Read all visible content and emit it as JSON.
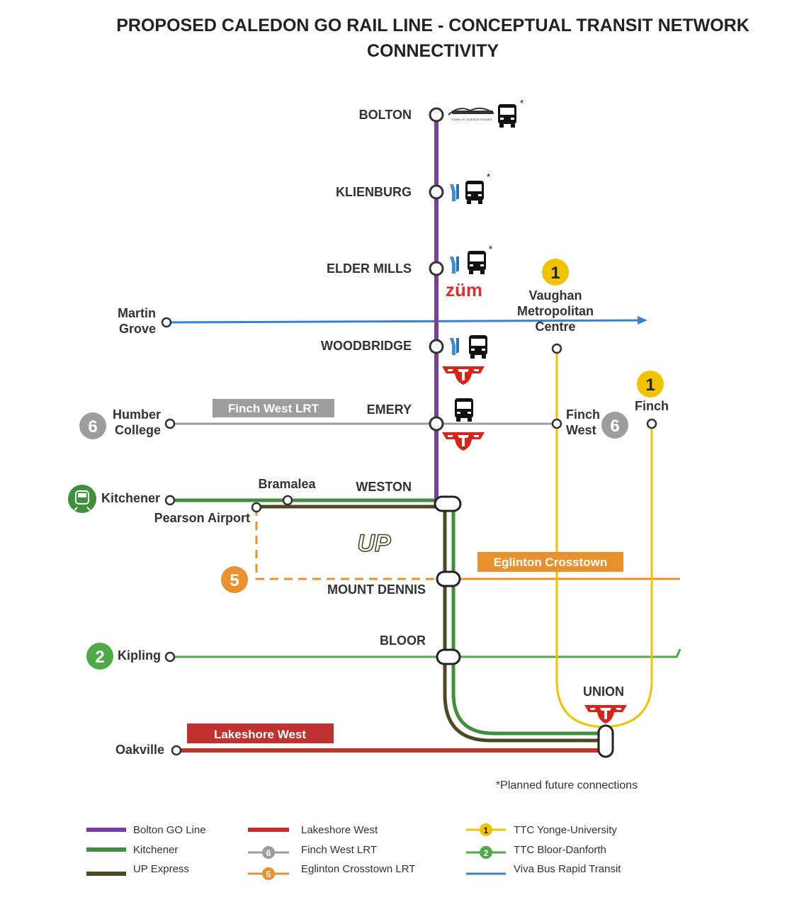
{
  "title": {
    "line1": "PROPOSED CALEDON GO RAIL LINE - CONCEPTUAL TRANSIT NETWORK",
    "line2": "CONNECTIVITY"
  },
  "colors": {
    "bolton_go": "#7b3fa1",
    "kitchener": "#3f8f3c",
    "up_express": "#4d4a22",
    "lakeshore_west": "#c0312f",
    "finch_west_lrt": "#9d9d9d",
    "eglinton_crosstown": "#e8912e",
    "ttc_yonge": "#f2c200",
    "ttc_bloor": "#4dab47",
    "viva": "#3b7fd4",
    "ttc_red": "#d7241b",
    "zum": "#d8302b"
  },
  "stations": {
    "bolton": "BOLTON",
    "klienburg": "KLIENBURG",
    "elder_mills": "ELDER MILLS",
    "woodbridge": "WOODBRIDGE",
    "emery": "EMERY",
    "weston": "WESTON",
    "mount_dennis": "MOUNT DENNIS",
    "bloor": "BLOOR",
    "union": "UNION",
    "martin": "Martin",
    "grove": "Grove",
    "humber": "Humber",
    "college": "College",
    "finch_w1": "Finch",
    "finch_w2": "West",
    "finch": "Finch",
    "vaughan1": "Vaughan",
    "vaughan2": "Metropolitan",
    "vaughan3": "Centre",
    "kitchener": "Kitchener",
    "bramalea": "Bramalea",
    "pearson": "Pearson Airport",
    "kipling": "Kipling",
    "oakville": "Oakville"
  },
  "line_labels": {
    "finch_west_lrt": "Finch West LRT",
    "eglinton_crosstown": "Eglinton Crosstown",
    "lakeshore_west": "Lakeshore West",
    "up": "UP",
    "zum": "züm",
    "caledon_transit": "TOWN OF CALEDON TRANSIT"
  },
  "badges": {
    "line1": "1",
    "line2": "2",
    "line5": "5",
    "line6": "6"
  },
  "markers": {
    "asterisk": "*"
  },
  "footnote": "*Planned future connections",
  "legend": [
    "Bolton GO Line",
    "Kitchener",
    "UP Express",
    "Lakeshore West",
    "Finch West LRT",
    "Eglinton Crosstown LRT",
    "TTC Yonge-University",
    "TTC Bloor-Danforth",
    "Viva Bus Rapid Transit"
  ],
  "icons": [
    "bus-icon",
    "york-region-transit-icon",
    "ttc-logo-icon",
    "go-train-icon",
    "caledon-transit-logo-icon"
  ]
}
